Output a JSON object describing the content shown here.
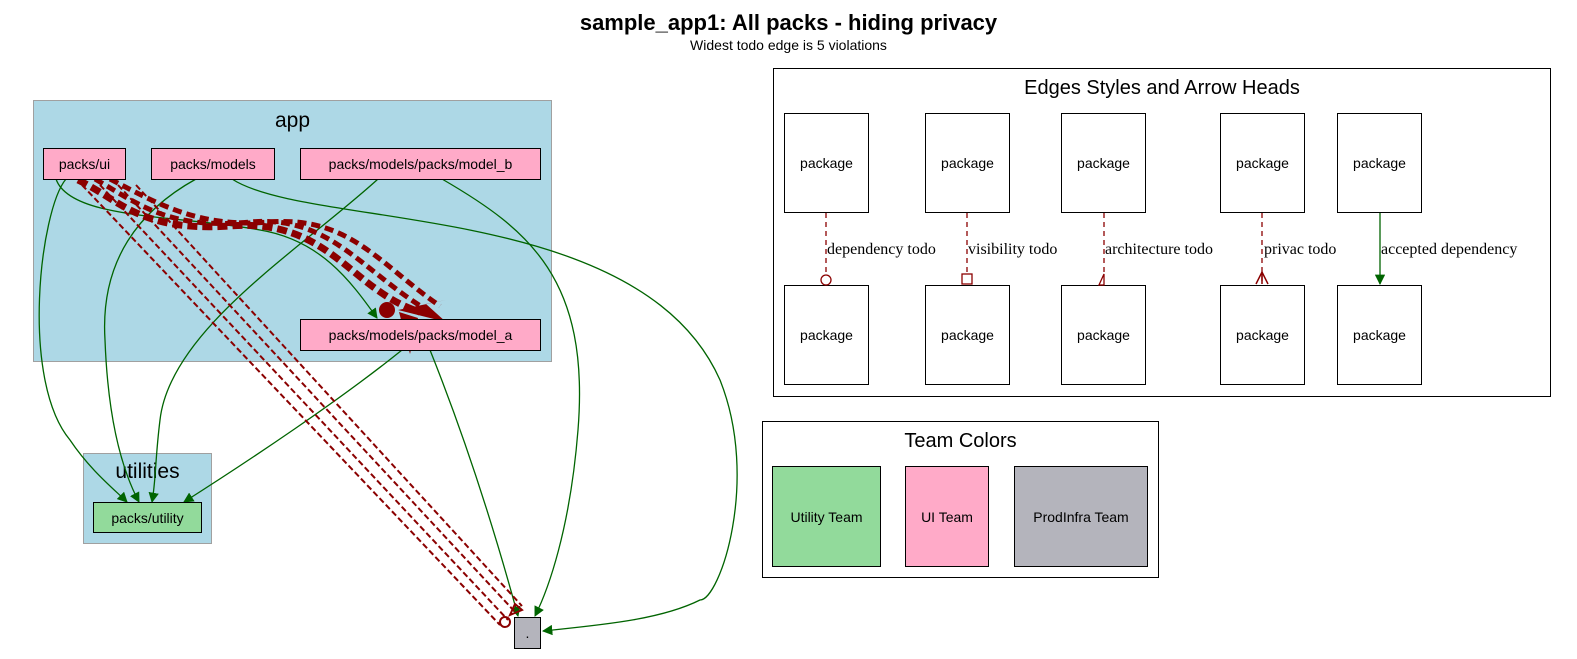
{
  "title": "sample_app1: All packs - hiding privacy",
  "subtitle": "Widest todo edge is 5 violations",
  "colors": {
    "ui_team": "#ffaac8",
    "utility_team": "#92da9b",
    "prodinfra_team": "#b4b4bc",
    "cluster_bg": "#add8e6",
    "todo_edge": "#8b0000",
    "dependency_edge": "#006400"
  },
  "clusters": {
    "app": "app",
    "utilities": "utilities"
  },
  "nodes": {
    "ui": "packs/ui",
    "models": "packs/models",
    "model_b": "packs/models/packs/model_b",
    "model_a": "packs/models/packs/model_a",
    "utility": "packs/utility",
    "root": "."
  },
  "legend": {
    "title": "Edges Styles and Arrow Heads",
    "package_label": "package",
    "edges": [
      {
        "label": "dependency todo",
        "style": "dashed",
        "arrowhead": "circle-open"
      },
      {
        "label": "visibility todo",
        "style": "dashed",
        "arrowhead": "box-open"
      },
      {
        "label": "architecture todo",
        "style": "dashed",
        "arrowhead": "halfopen"
      },
      {
        "label": "privac todo",
        "style": "dashed",
        "arrowhead": "crow"
      },
      {
        "label": "accepted dependency",
        "style": "solid",
        "arrowhead": "normal"
      }
    ]
  },
  "teams": {
    "title": "Team Colors",
    "items": [
      {
        "label": "Utility Team"
      },
      {
        "label": "UI Team"
      },
      {
        "label": "ProdInfra Team"
      }
    ]
  }
}
